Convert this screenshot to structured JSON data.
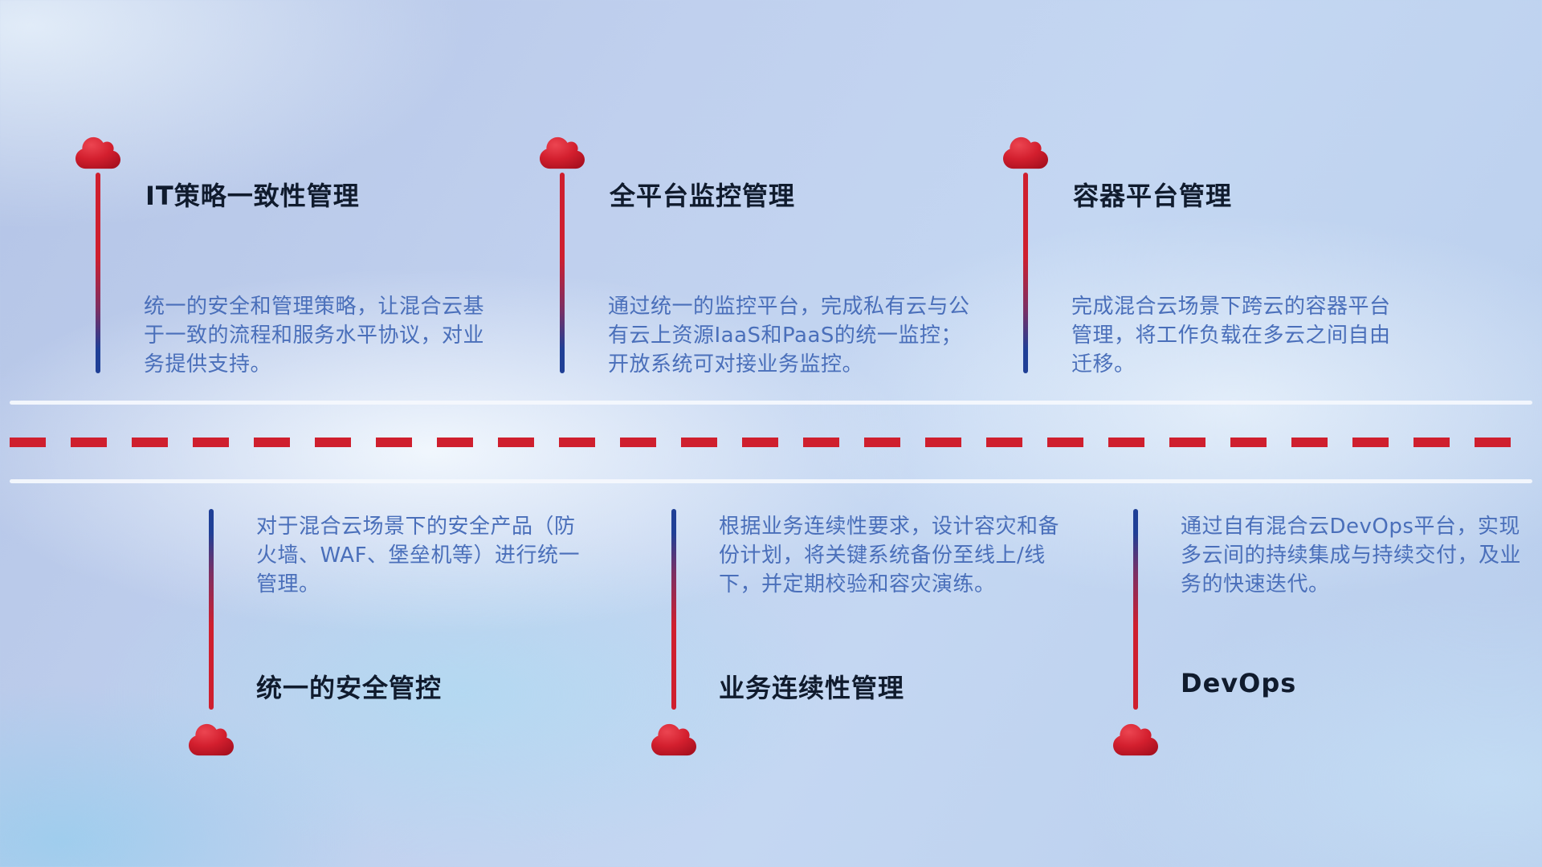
{
  "diagram": {
    "type": "timeline-capability-diagram",
    "topic": "hybrid-cloud management capabilities"
  },
  "top_items": [
    {
      "title": "IT策略一致性管理",
      "description": "统一的安全和管理策略，让混合云基于一致的流程和服务水平协议，对业务提供支持。"
    },
    {
      "title": "全平台监控管理",
      "description": "通过统一的监控平台，完成私有云与公有云上资源IaaS和PaaS的统一监控；开放系统可对接业务监控。"
    },
    {
      "title": "容器平台管理",
      "description": "完成混合云场景下跨云的容器平台管理，将工作负载在多云之间自由迁移。"
    }
  ],
  "bottom_items": [
    {
      "title": "统一的安全管控",
      "description": "对于混合云场景下的安全产品（防火墙、WAF、堡垒机等）进行统一管理。"
    },
    {
      "title": "业务连续性管理",
      "description": "根据业务连续性要求，设计容灾和备份计划，将关键系统备份至线上/线下，并定期校验和容灾演练。"
    },
    {
      "title": "DevOps",
      "description": "通过自有混合云DevOps平台，实现多云间的持续集成与持续交付，及业务的快速迭代。"
    }
  ],
  "colors": {
    "accent_red": "#cf1f2e",
    "accent_blue": "#1f3f96",
    "title_text": "#101b2d",
    "body_text": "#4a6fba",
    "divider_white": "#f4f8fd",
    "background_base": "#bccfec"
  }
}
